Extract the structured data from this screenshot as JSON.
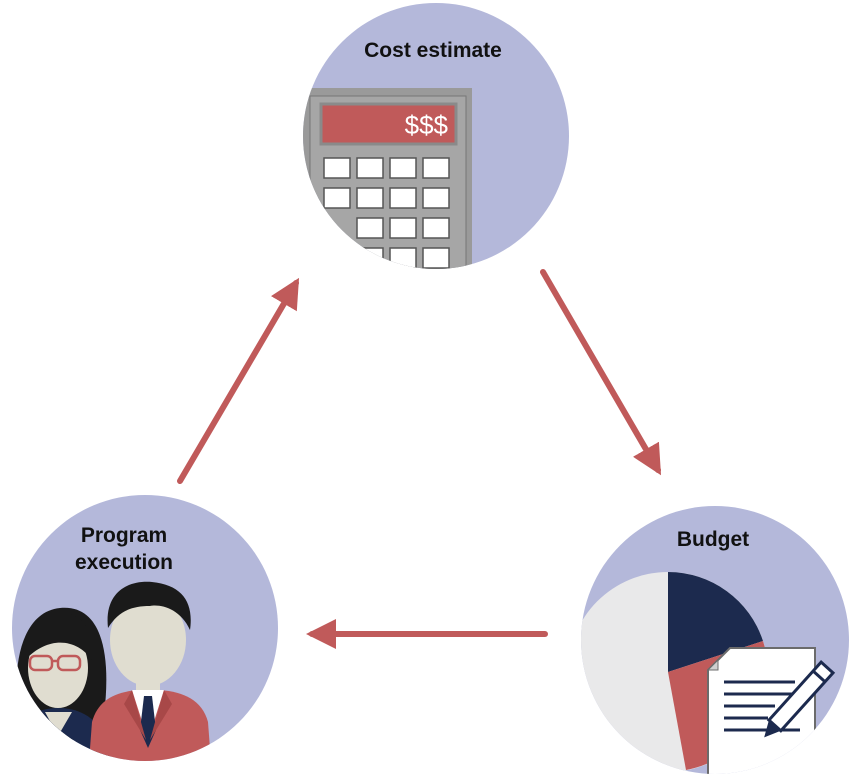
{
  "colors": {
    "circle_fill": "#b4b8da",
    "arrow": "#c05a5a",
    "calculator_body": "#9a9a9a",
    "calculator_screen": "#c05a5a",
    "pie_dark": "#1c2a4e",
    "pie_light": "#e9e9ea",
    "pie_red": "#c05a5a",
    "suit": "#c05a5a",
    "skin": "#e0ddd0",
    "hair": "#1a1a1a"
  },
  "nodes": {
    "cost_estimate": {
      "label": "Cost estimate",
      "icon": "calculator-icon",
      "screen_text": "$$$"
    },
    "budget": {
      "label": "Budget",
      "icon": "pie-chart-document-pencil-icon"
    },
    "program_execution": {
      "label_line1": "Program",
      "label_line2": "execution",
      "icon": "people-icon"
    }
  },
  "arrows": [
    {
      "from": "cost_estimate",
      "to": "budget"
    },
    {
      "from": "budget",
      "to": "program_execution"
    },
    {
      "from": "program_execution",
      "to": "cost_estimate"
    }
  ]
}
